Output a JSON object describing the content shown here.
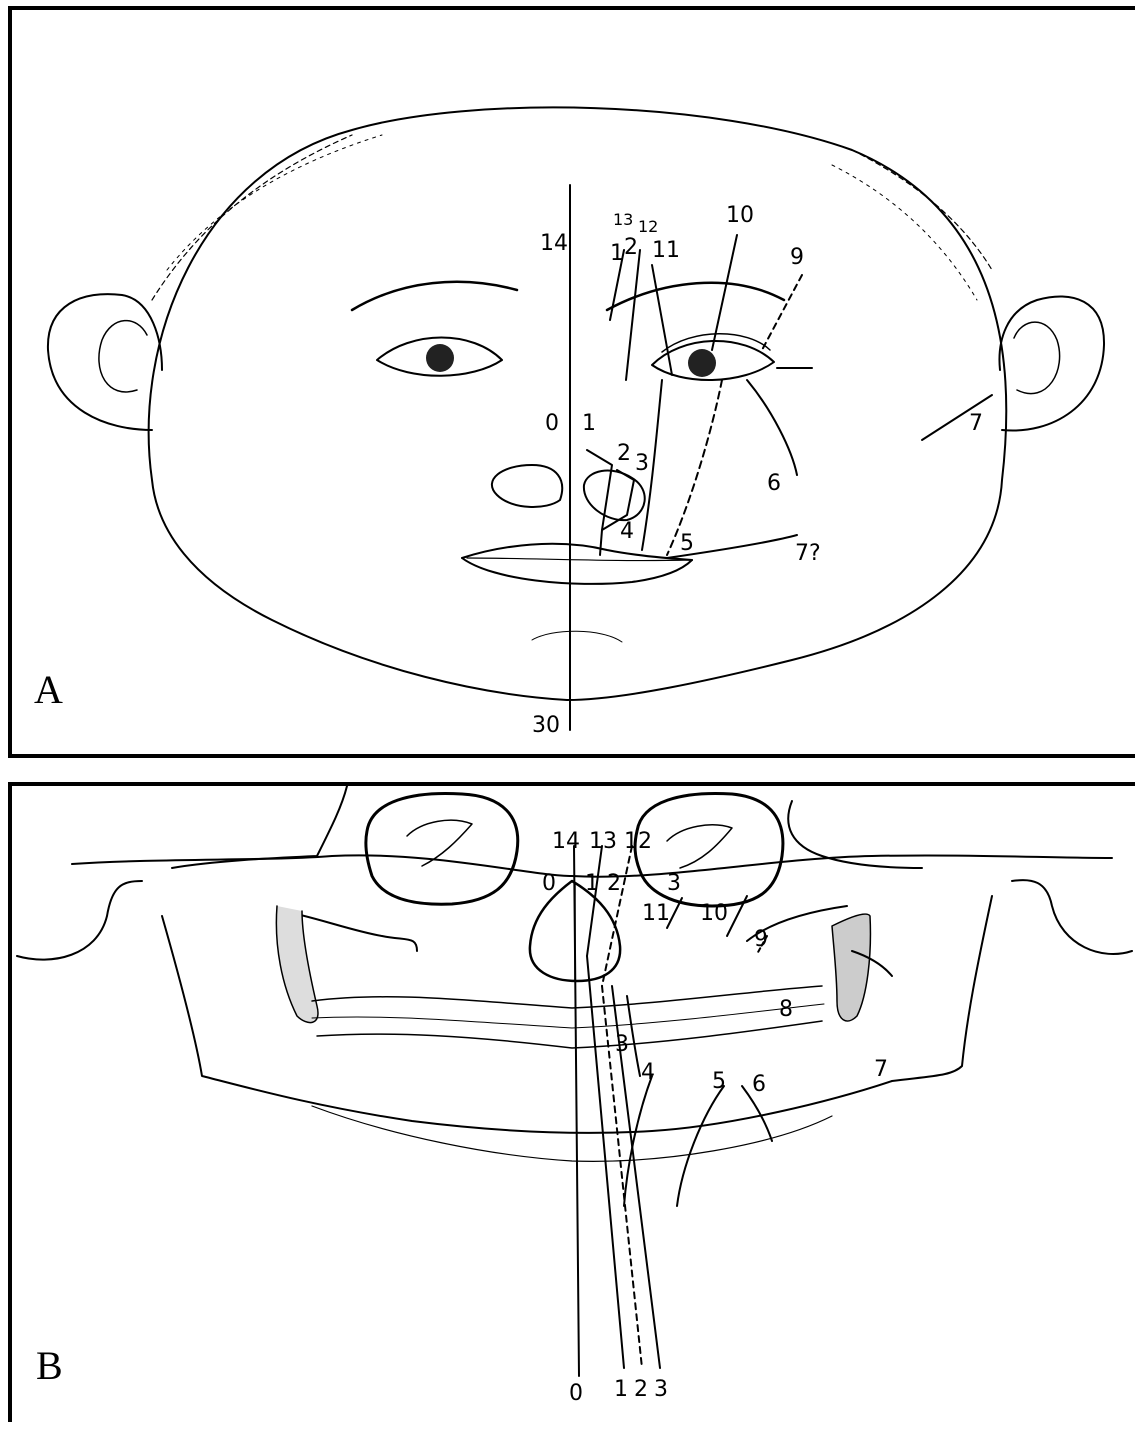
{
  "panel_a": {
    "letter": "A",
    "labels": {
      "l14": "14",
      "l13": "13",
      "l12": "12",
      "l1top": "1",
      "l2top": "2",
      "l11": "11",
      "l10": "10",
      "l9": "9",
      "l7": "7",
      "l0": "0",
      "l1": "1",
      "l2": "2",
      "l3": "3",
      "l4": "4",
      "l5": "5",
      "l6": "6",
      "l7q": "7?",
      "l30": "30"
    }
  },
  "panel_b": {
    "letter": "B",
    "labels": {
      "l14": "14",
      "l13": "13",
      "l12": "12",
      "l0top": "0",
      "l1top": "1",
      "l2top": "2",
      "l3top": "3",
      "l11": "11",
      "l10": "10",
      "l9": "9",
      "l8": "8",
      "l7": "7",
      "l3": "3",
      "l4": "4",
      "l5": "5",
      "l6": "6",
      "l0bot": "0",
      "l1bot": "1",
      "l2bot": "2",
      "l3bot": "3"
    }
  }
}
